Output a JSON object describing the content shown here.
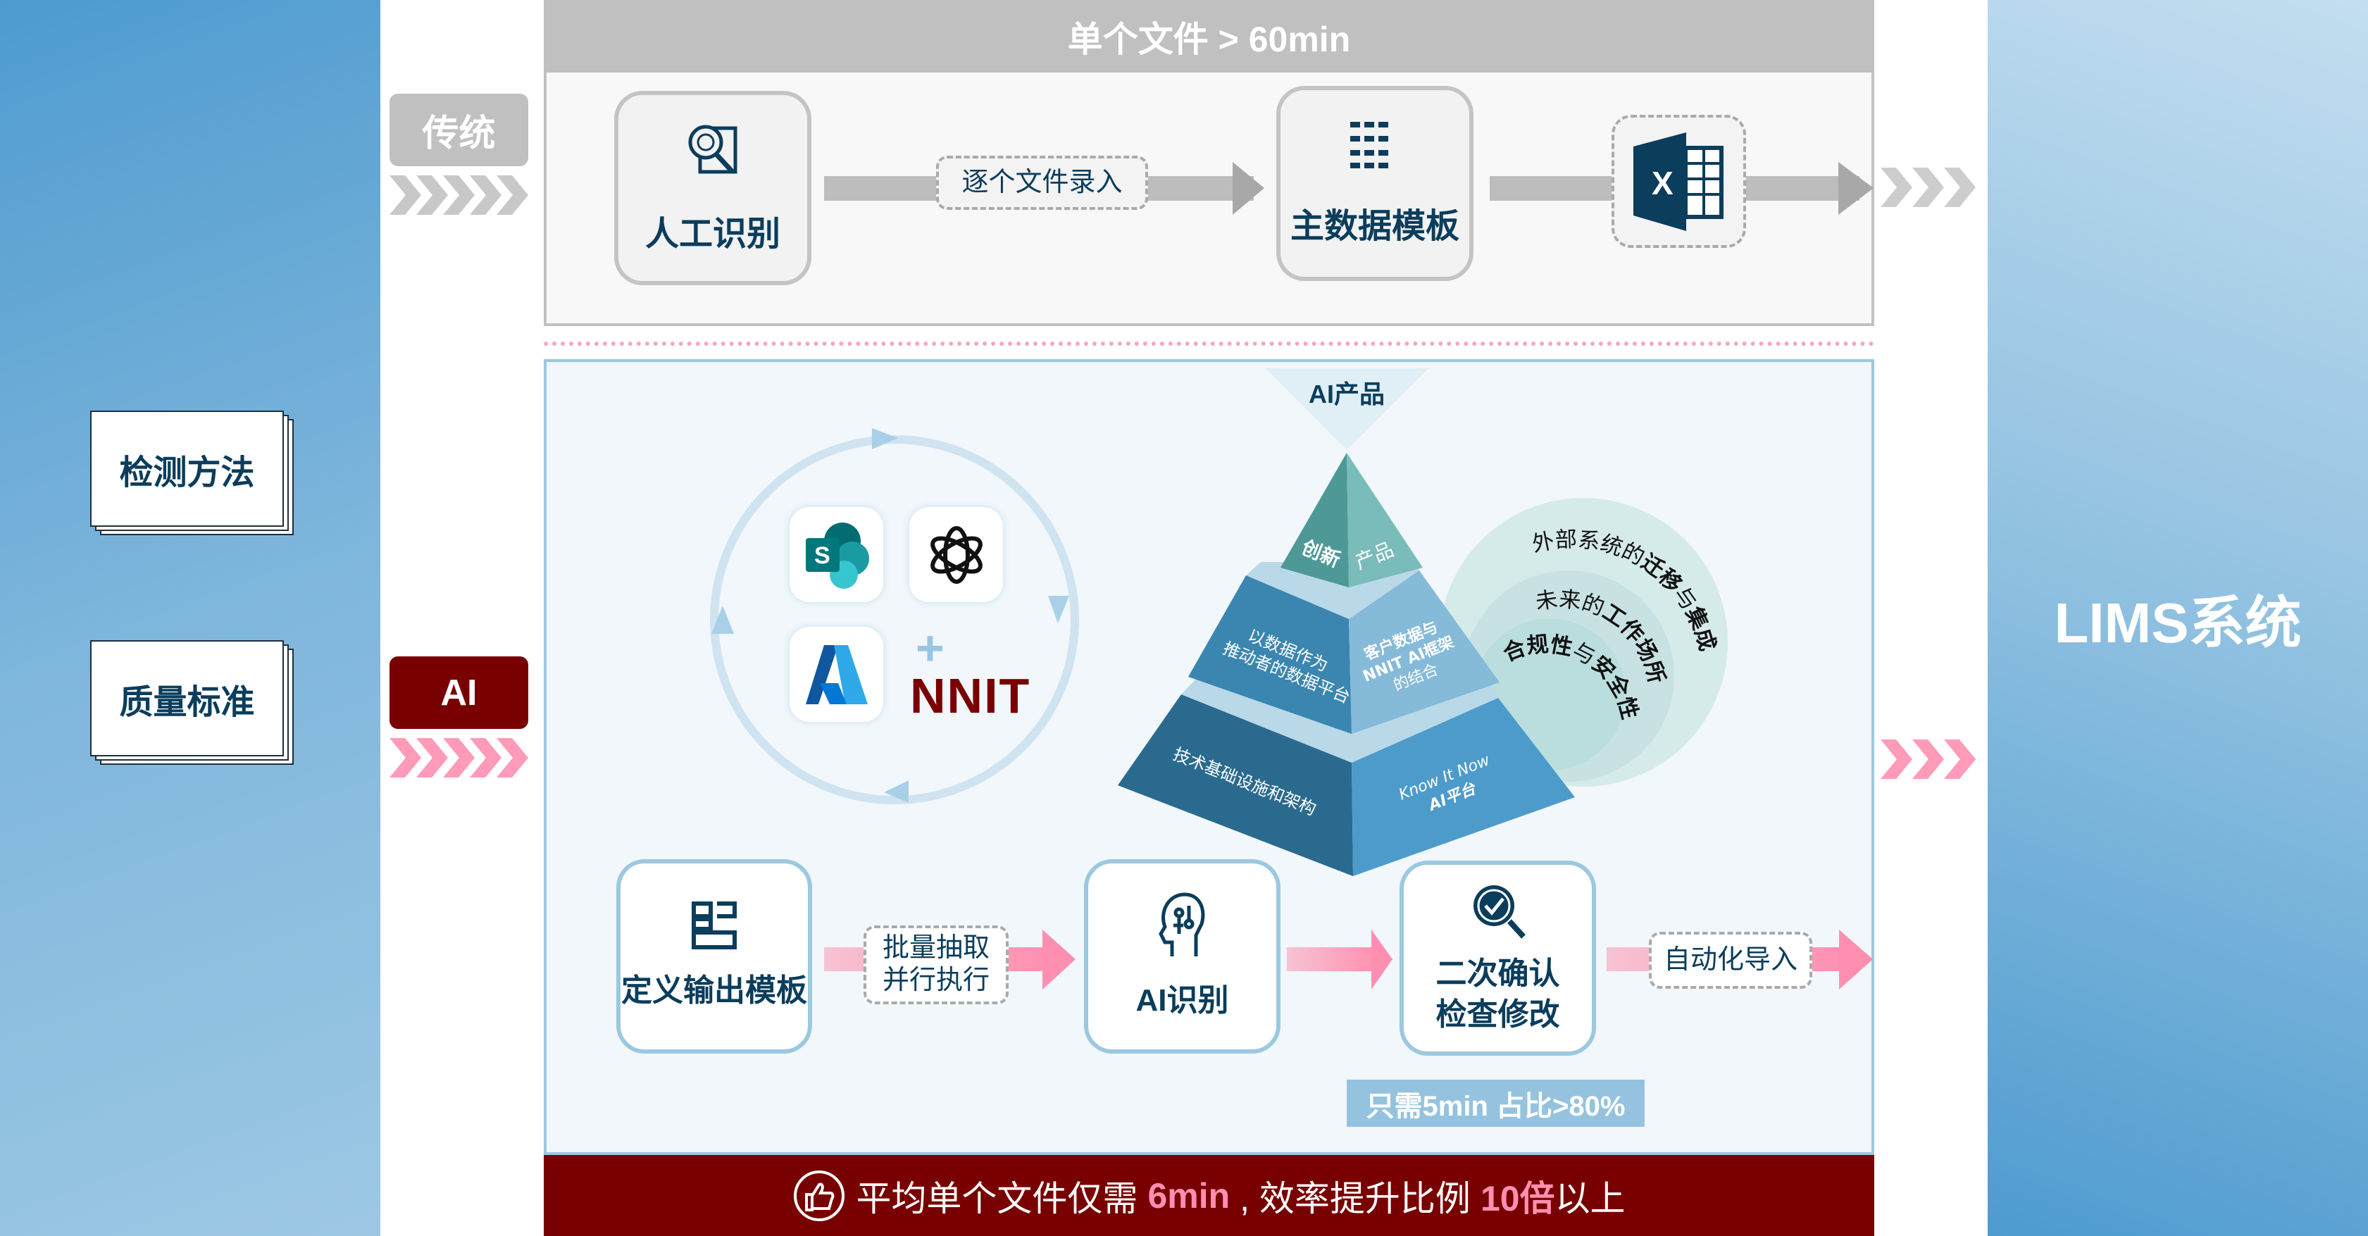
{
  "left": {
    "cards": [
      {
        "label": "检测方法"
      },
      {
        "label": "质量标准"
      }
    ]
  },
  "tags": {
    "traditional": "传统",
    "ai": "AI"
  },
  "traditional": {
    "header": "单个文件 > 60min",
    "steps": [
      {
        "label": "人工识别",
        "icon": "magnifier-document-icon"
      },
      {
        "label": "主数据模板",
        "icon": "grid-dots-icon"
      },
      {
        "label": "",
        "icon": "excel-icon"
      }
    ],
    "connector": "逐个文件录入"
  },
  "ai_panel": {
    "logos": [
      "sharepoint-logo",
      "openai-logo",
      "azure-logo"
    ],
    "plus": "+",
    "nnit_logo": "NNIT",
    "pyramid": {
      "title": "AI产品",
      "top_left": "创新",
      "top_right": "产品",
      "mid_left": [
        "以数据作为",
        "推动者的数据平台"
      ],
      "mid_right": [
        "客户数据与",
        "NNIT AI框架",
        "的结合"
      ],
      "base_left": "技术基础设施和架构",
      "base_right": [
        "Know It Now",
        "AI平台"
      ]
    },
    "rings": [
      {
        "normal": "外部系统的",
        "bold": "迁移",
        "normal2": "与",
        "bold2": "集成"
      },
      {
        "normal": "未来的",
        "bold": "工作场所",
        "normal2": "",
        "bold2": ""
      },
      {
        "normal": "",
        "bold": "合规性",
        "normal2": "与",
        "bold2": "安全性"
      }
    ],
    "steps": [
      {
        "label": "定义输出模板",
        "icon": "template-layout-icon"
      },
      {
        "label": "AI识别",
        "icon": "ai-head-icon"
      },
      {
        "label": "二次确认\n检查修改",
        "label_lines": [
          "二次确认",
          "检查修改"
        ],
        "icon": "search-check-icon"
      }
    ],
    "connector1": [
      "批量抽取",
      "并行执行"
    ],
    "connector3": "自动化导入",
    "stat": "只需5min 占比>80%"
  },
  "bottom": {
    "p1": "平均单个文件仅需",
    "h1": "6min",
    "p2": ", 效率提升比例",
    "h2": "10倍",
    "p3": "以上"
  },
  "right": {
    "title": "LIMS系统"
  },
  "colors": {
    "navy": "#0b3d5c",
    "darkred": "#780000",
    "pink": "#ff8fb0",
    "gray": "#c0c0c0",
    "lightblue": "#9cc8e0"
  }
}
